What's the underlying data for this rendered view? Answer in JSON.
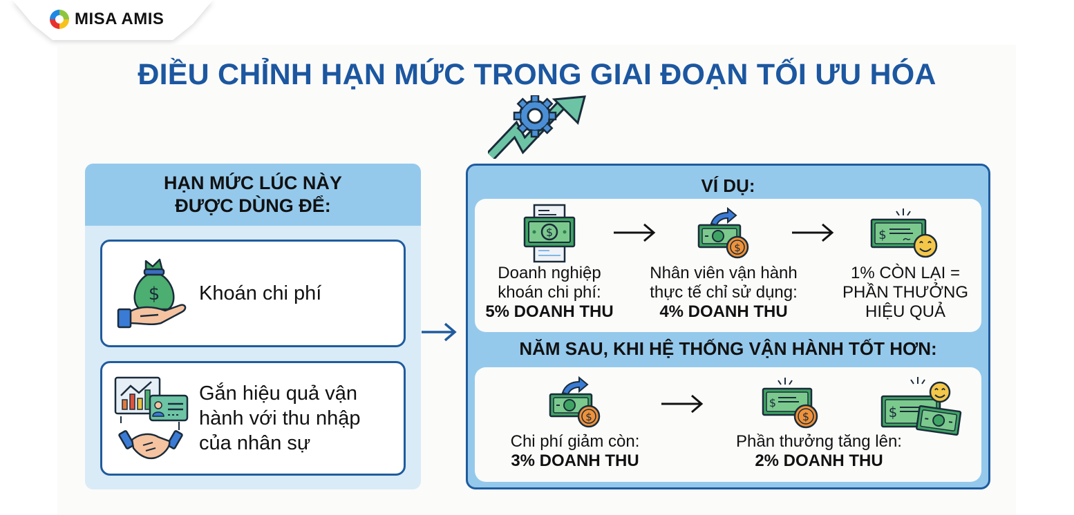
{
  "brand": {
    "logo_text": "MISA AMIS",
    "logo_icon": "misa-ring-logo-icon"
  },
  "title": "ĐIỀU CHỈNH HẠN MỨC TRONG GIAI ĐOẠN TỐI ƯU HÓA",
  "hero_icon": "gear-growth-arrow-icon",
  "colors": {
    "title_blue": "#1c57a0",
    "border_blue": "#1f5b9e",
    "header_blue": "#94c9ec",
    "light_blue": "#d9ebf6",
    "money_green": "#3a9e5c",
    "coin_orange": "#f0923a",
    "smile_yellow": "#f5c748"
  },
  "left_card": {
    "heading_line1": "HẠN MỨC LÚC NÀY",
    "heading_line2": "ĐƯỢC DÙNG ĐỂ:",
    "items": [
      {
        "icon": "hand-money-bag-icon",
        "text": "Khoán chi phí"
      },
      {
        "icon": "chart-id-card-handshake-icon",
        "line1": "Gắn hiệu quả vận",
        "line2": "hành với thu nhập",
        "line3": "của nhân sự"
      }
    ]
  },
  "connector_icon": "arrow-right-icon",
  "right_card": {
    "heading": "VÍ DỤ:",
    "example_steps": [
      {
        "icon": "invoice-banknote-icon",
        "line1": "Doanh nghiệp",
        "line2": "khoán chi phí:",
        "value": "5% DOANH THU"
      },
      {
        "icon": "banknote-coin-outgoing-icon",
        "line1": "Nhân viên vận hành",
        "line2": "thực tế chỉ sử dụng:",
        "value": "4% DOANH THU"
      },
      {
        "icon": "cheque-smiley-icon",
        "line1": "1% CÒN LẠI =",
        "line2": "PHẦN THƯỞNG",
        "value": "HIỆU QUẢ"
      }
    ],
    "next_year_heading": "NĂM SAU, KHI HỆ THỐNG VẬN HÀNH TỐT HƠN:",
    "next_year_steps": [
      {
        "icon": "banknote-coin-outgoing-icon",
        "line1": "Chi phí giảm còn:",
        "value": "3% DOANH THU"
      },
      {
        "icon": "cheque-coin-icon",
        "line1": "Phần thưởng tăng lên:",
        "value": "2% DOANH THU"
      },
      {
        "icon": "cheque-banknotes-smiley-icon"
      }
    ]
  }
}
